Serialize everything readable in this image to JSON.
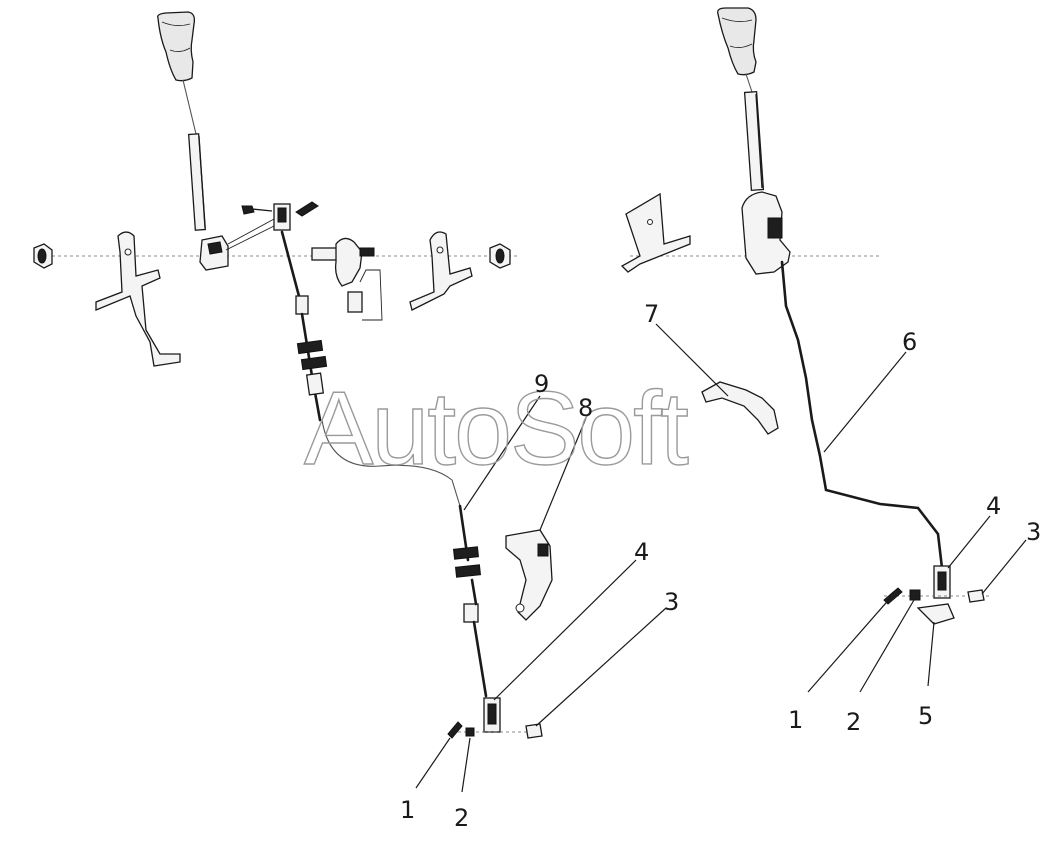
{
  "watermark": "AutoSoft",
  "callouts": {
    "left": {
      "c1": "1",
      "c2": "2",
      "c3": "3",
      "c4": "4",
      "c8": "8",
      "c9": "9"
    },
    "right": {
      "c1": "1",
      "c2": "2",
      "c3": "3",
      "c4": "4",
      "c5": "5",
      "c6": "6",
      "c7": "7"
    }
  }
}
